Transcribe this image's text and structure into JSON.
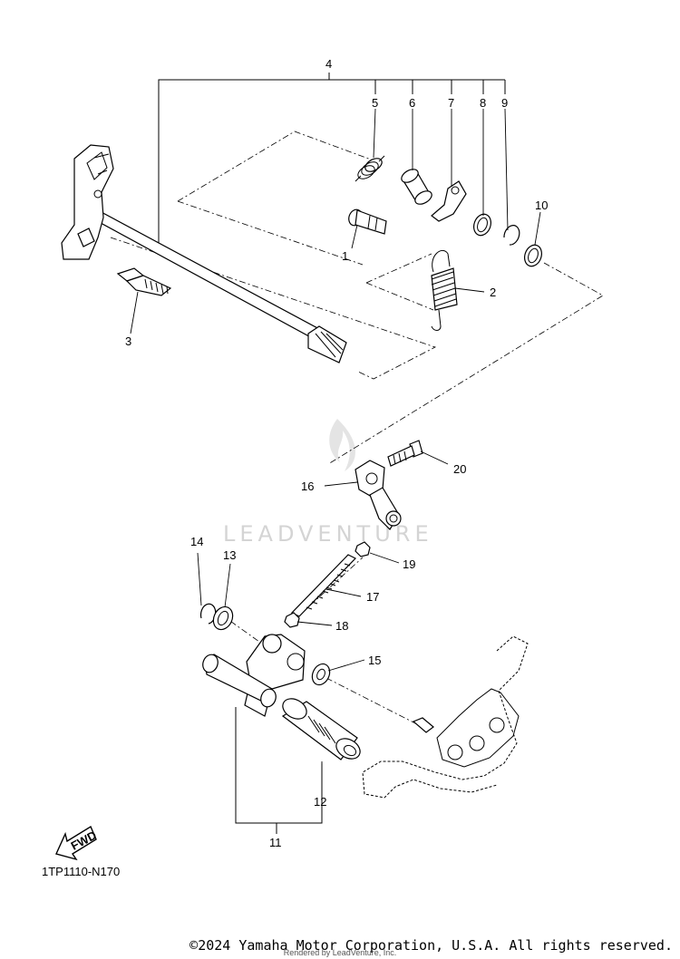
{
  "callouts": {
    "c1": "1",
    "c2": "2",
    "c3": "3",
    "c4": "4",
    "c5": "5",
    "c6": "6",
    "c7": "7",
    "c8": "8",
    "c9": "9",
    "c10": "10",
    "c11": "11",
    "c12": "12",
    "c13": "13",
    "c14": "14",
    "c15": "15",
    "c16": "16",
    "c17": "17",
    "c18": "18",
    "c19": "19",
    "c20": "20"
  },
  "fwd_label": "FWD",
  "diagram_code": "1TP1110-N170",
  "watermark": "LEADVENTURE",
  "copyright": "©2024 Yamaha Motor Corporation, U.S.A. All rights reserved.",
  "rendered_by": "Rendered by LeadVenture, Inc."
}
